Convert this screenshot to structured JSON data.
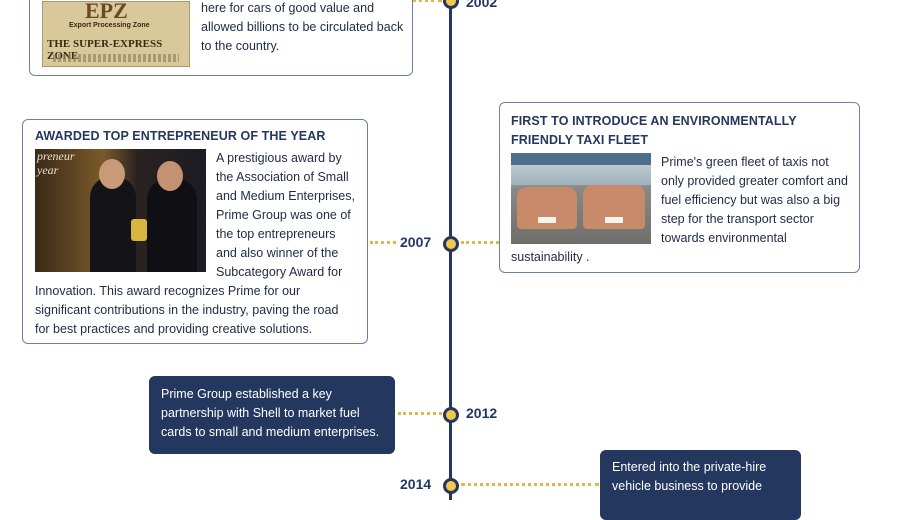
{
  "timeline": {
    "years": {
      "y2002": "2002",
      "y2007": "2007",
      "y2012": "2012",
      "y2014": "2014"
    }
  },
  "cards": {
    "epz": {
      "image_lines": {
        "big": "EPZ",
        "sub": "Export Processing Zone",
        "banner": "THE SUPER-EXPRESS ZONE"
      },
      "text": "people from all over the world to shop here for cars of good value and allowed billions to be circulated back to the country."
    },
    "award": {
      "title": "AWARDED TOP ENTREPRENEUR OF THE YEAR",
      "image_text": "preneur year",
      "text": "A prestigious award by the Association of Small and Medium Enterprises, Prime Group was one of the top entrepreneurs and also winner of the Subcategory Award for Innovation. This award recognizes Prime for our significant contributions in the industry, paving the road for best practices and providing creative solutions."
    },
    "taxi": {
      "title": "FIRST TO INTRODUCE AN ENVIRONMENTALLY FRIENDLY TAXI FLEET",
      "text": "Prime's green fleet of taxis not only provided greater comfort and fuel efficiency but was also a big step for the transport sector towards environmental sustainability ."
    },
    "shell": {
      "text": "Prime Group established a key partnership with Shell to market fuel cards to small and medium enterprises."
    },
    "private_hire": {
      "text": "Entered into the private-hire vehicle business to provide"
    }
  },
  "colors": {
    "navy": "#24375f",
    "gold": "#f2c94c",
    "border": "#6f7fa6"
  }
}
